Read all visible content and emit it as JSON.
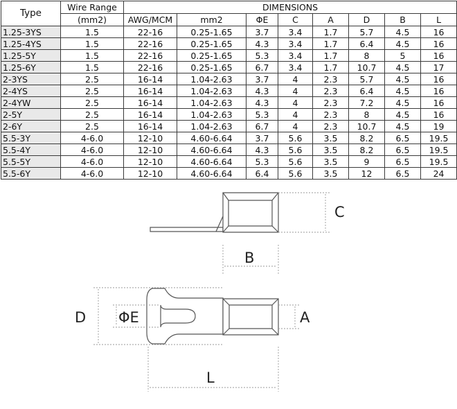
{
  "table": {
    "headers": {
      "type": "Type",
      "wire_range": "Wire Range",
      "wire_unit": "(mm2)",
      "dimensions": "DIMENSIONS",
      "awg": "AWG/MCM",
      "mm2": "mm2",
      "phi_e": "ΦE",
      "c": "C",
      "a": "A",
      "d": "D",
      "b": "B",
      "l": "L"
    },
    "rows": [
      {
        "type": "1.25-3YS",
        "wire": "1.5",
        "awg": "22-16",
        "mm2": "0.25-1.65",
        "phi_e": "3.7",
        "c": "3.4",
        "a": "1.7",
        "d": "5.7",
        "b": "4.5",
        "l": "16"
      },
      {
        "type": "1.25-4YS",
        "wire": "1.5",
        "awg": "22-16",
        "mm2": "0.25-1.65",
        "phi_e": "4.3",
        "c": "3.4",
        "a": "1.7",
        "d": "6.4",
        "b": "4.5",
        "l": "16"
      },
      {
        "type": "1.25-5Y",
        "wire": "1.5",
        "awg": "22-16",
        "mm2": "0.25-1.65",
        "phi_e": "5.3",
        "c": "3.4",
        "a": "1.7",
        "d": "8",
        "b": "5",
        "l": "16"
      },
      {
        "type": "1.25-6Y",
        "wire": "1.5",
        "awg": "22-16",
        "mm2": "0.25-1.65",
        "phi_e": "6.7",
        "c": "3.4",
        "a": "1.7",
        "d": "10.7",
        "b": "4.5",
        "l": "17"
      },
      {
        "type": "2-3YS",
        "wire": "2.5",
        "awg": "16-14",
        "mm2": "1.04-2.63",
        "phi_e": "3.7",
        "c": "4",
        "a": "2.3",
        "d": "5.7",
        "b": "4.5",
        "l": "16"
      },
      {
        "type": "2-4YS",
        "wire": "2.5",
        "awg": "16-14",
        "mm2": "1.04-2.63",
        "phi_e": "4.3",
        "c": "4",
        "a": "2.3",
        "d": "6.4",
        "b": "4.5",
        "l": "16"
      },
      {
        "type": "2-4YW",
        "wire": "2.5",
        "awg": "16-14",
        "mm2": "1.04-2.63",
        "phi_e": "4.3",
        "c": "4",
        "a": "2.3",
        "d": "7.2",
        "b": "4.5",
        "l": "16"
      },
      {
        "type": "2-5Y",
        "wire": "2.5",
        "awg": "16-14",
        "mm2": "1.04-2.63",
        "phi_e": "5.3",
        "c": "4",
        "a": "2.3",
        "d": "8",
        "b": "4.5",
        "l": "16"
      },
      {
        "type": "2-6Y",
        "wire": "2.5",
        "awg": "16-14",
        "mm2": "1.04-2.63",
        "phi_e": "6.7",
        "c": "4",
        "a": "2.3",
        "d": "10.7",
        "b": "4.5",
        "l": "19"
      },
      {
        "type": "5.5-3Y",
        "wire": "4-6.0",
        "awg": "12-10",
        "mm2": "4.60-6.64",
        "phi_e": "3.7",
        "c": "5.6",
        "a": "3.5",
        "d": "8.2",
        "b": "6.5",
        "l": "19.5"
      },
      {
        "type": "5.5-4Y",
        "wire": "4-6.0",
        "awg": "12-10",
        "mm2": "4.60-6.64",
        "phi_e": "4.3",
        "c": "5.6",
        "a": "3.5",
        "d": "8.2",
        "b": "6.5",
        "l": "19.5"
      },
      {
        "type": "5.5-5Y",
        "wire": "4-6.0",
        "awg": "12-10",
        "mm2": "4.60-6.64",
        "phi_e": "5.3",
        "c": "5.6",
        "a": "3.5",
        "d": "9",
        "b": "6.5",
        "l": "19.5"
      },
      {
        "type": "5.5-6Y",
        "wire": "4-6.0",
        "awg": "12-10",
        "mm2": "4.60-6.64",
        "phi_e": "6.4",
        "c": "5.6",
        "a": "3.5",
        "d": "12",
        "b": "6.5",
        "l": "24"
      }
    ]
  },
  "drawing": {
    "labels": {
      "c": "C",
      "b": "B",
      "d": "D",
      "phi_e": "ΦE",
      "a": "A",
      "l": "L"
    },
    "colors": {
      "line": "#555555",
      "dash": "#9a9a9a",
      "fill": "#ffffff",
      "type_cell": "#e9e9e9"
    }
  }
}
